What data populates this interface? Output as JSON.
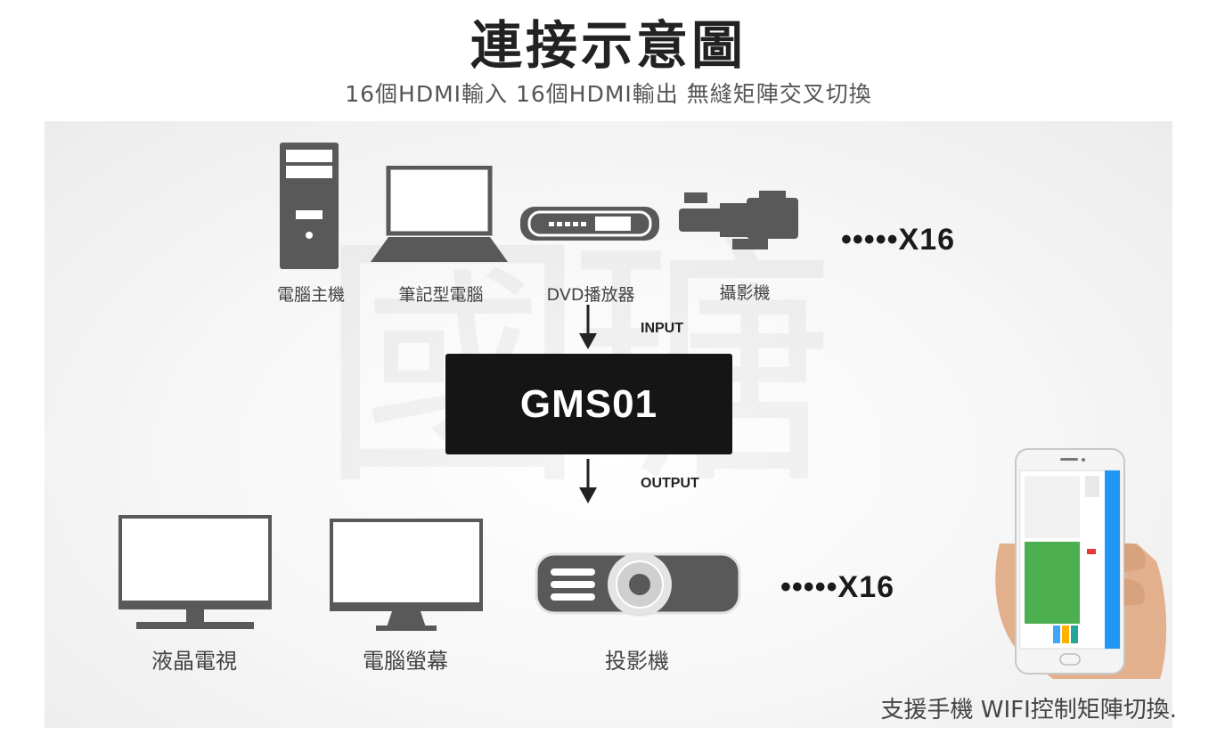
{
  "title": "連接示意圖",
  "subtitle": "16個HDMI輸入 16個HDMI輸出 無縫矩陣交叉切換",
  "watermark": "國瑭",
  "inputs": {
    "devices": [
      {
        "label": "電腦主機",
        "icon": "desktop-tower-icon"
      },
      {
        "label": "筆記型電腦",
        "icon": "laptop-icon"
      },
      {
        "label": "DVD播放器",
        "icon": "dvd-player-icon"
      },
      {
        "label": "攝影機",
        "icon": "video-camera-icon"
      }
    ],
    "count": "•••••X16"
  },
  "switcher": {
    "model": "GMS01",
    "input_label": "INPUT",
    "output_label": "OUTPUT"
  },
  "outputs": {
    "devices": [
      {
        "label": "液晶電視",
        "icon": "lcd-tv-icon"
      },
      {
        "label": "電腦螢幕",
        "icon": "monitor-icon"
      },
      {
        "label": "投影機",
        "icon": "projector-icon"
      }
    ],
    "count": "•••••X16"
  },
  "phone": {
    "caption": "支援手機 WIFI控制矩陣切換.",
    "icon": "phone-in-hand-icon"
  },
  "colors": {
    "icon_gray": "#595959",
    "device_black": "#151515",
    "phone_green": "#4caf50",
    "phone_blue": "#2196f3"
  }
}
